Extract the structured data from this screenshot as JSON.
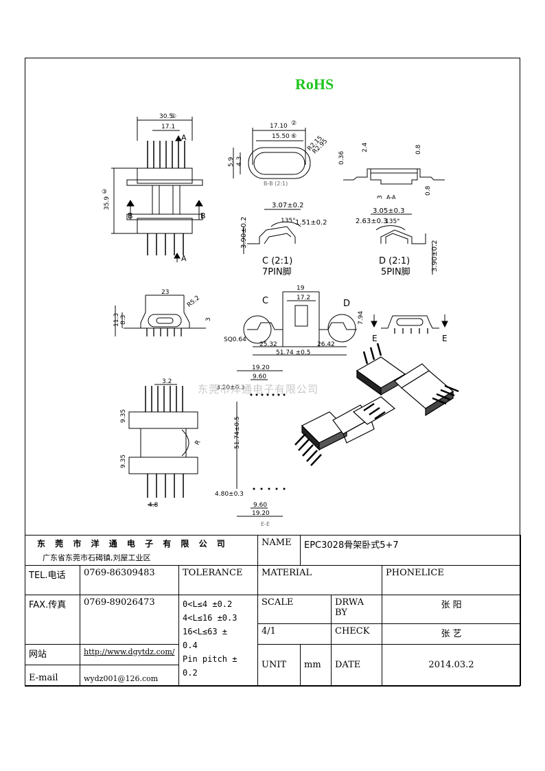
{
  "header": {
    "rohs": "RoHS"
  },
  "watermark": "东莞市洋通电子有限公司",
  "drawing": {
    "top_view": {
      "dim_width": "30.5",
      "dim_inner": "17.1",
      "dim_height": "35.9",
      "callout_a": "A",
      "callout_b": "B",
      "bubble_1": "①",
      "bubble_3": "③"
    },
    "bb_section": {
      "dim_outer": "17.10",
      "dim_inner": "15.50",
      "dim_h1": "5.9",
      "dim_h2": "4.3",
      "dim_r1": "R2.15",
      "dim_r2": "R2.95",
      "label": "B-B (2:1)",
      "bubble_2": "②",
      "bubble_6": "⑥"
    },
    "aa_section": {
      "dim_1": "2.4",
      "dim_2": "0.8",
      "dim_3": "0.36",
      "dim_4": "3",
      "dim_5": "0.8",
      "label": "A-A"
    },
    "detail_c": {
      "dim_w": "3.07±0.2",
      "dim_angle": "135°",
      "dim_pin": "1.51±0.2",
      "dim_h": "3.90±0.2",
      "title": "C (2:1)",
      "subtitle": "7PIN脚"
    },
    "detail_d": {
      "dim_w": "3.05±0.3",
      "dim_pin": "2.63±0.3",
      "dim_angle": "135°",
      "dim_h": "3.90±0.2",
      "title": "D (2:1)",
      "subtitle": "5PIN脚"
    },
    "side_view": {
      "dim_top": "23",
      "dim_r": "R5.2",
      "dim_h1": "11.3",
      "dim_h2": "8.3",
      "dim_3": "3"
    },
    "front_view": {
      "dim_19": "19",
      "dim_17": "17.2",
      "dim_794": "7.94",
      "dim_sq": "SQ0.64",
      "dim_2532": "25.32",
      "dim_2642": "26.42",
      "dim_total": "51.74 ±0.5",
      "label_c": "C",
      "label_d": "D",
      "label_e": "E"
    },
    "bottom_view": {
      "dim_32": "3.2",
      "dim_935a": "9.35",
      "dim_935b": "9.35",
      "dim_48": "4.8",
      "dim_r": "R"
    },
    "footprint": {
      "dim_1920_top": "19.20",
      "dim_960_top": "9.60",
      "dim_320": "3.20±0.3",
      "dim_5174": "51.74±0.5",
      "dim_480": "4.80±0.3",
      "dim_960_bot": "9.60",
      "dim_1920_bot": "19.20",
      "label": "E-E"
    }
  },
  "title_block": {
    "company": "东 莞 市 洋 通 电 子 有 限 公 司",
    "address": "广东省东莞市石碣镇,刘屋工业区",
    "name_label": "NAME",
    "name_value": "EPC3028骨架卧式5+7",
    "tel_label": "TEL.电话",
    "tel_value": "0769-86309483",
    "tolerance_label": "TOLERANCE",
    "material_label": "MATERIAL",
    "phonelice_label": "PHONELICE",
    "fax_label": "FAX.传真",
    "fax_value": "0769-89026473",
    "tol_1": "0<L≤4  ±0.2",
    "tol_2": "4<L≤16 ±0.3",
    "tol_3": "16<L≤63 ±",
    "tol_3b": "0.4",
    "tol_4": "Pin pitch ±",
    "tol_4b": "0.2",
    "scale_label": "SCALE",
    "drwaby_label_1": "DRWA",
    "drwaby_label_2": "BY",
    "drwaby_value": "张 阳",
    "scale_value": "4/1",
    "check_label": "CHECK",
    "check_value": "张 艺",
    "web_label": "网站",
    "web_value": "http://www.dgytdz.com/",
    "email_label": "E-mail",
    "email_value": "wydz001@126.com",
    "unit_label": "UNIT",
    "unit_value": "mm",
    "date_label": "DATE",
    "date_value": "2014.03.2"
  }
}
